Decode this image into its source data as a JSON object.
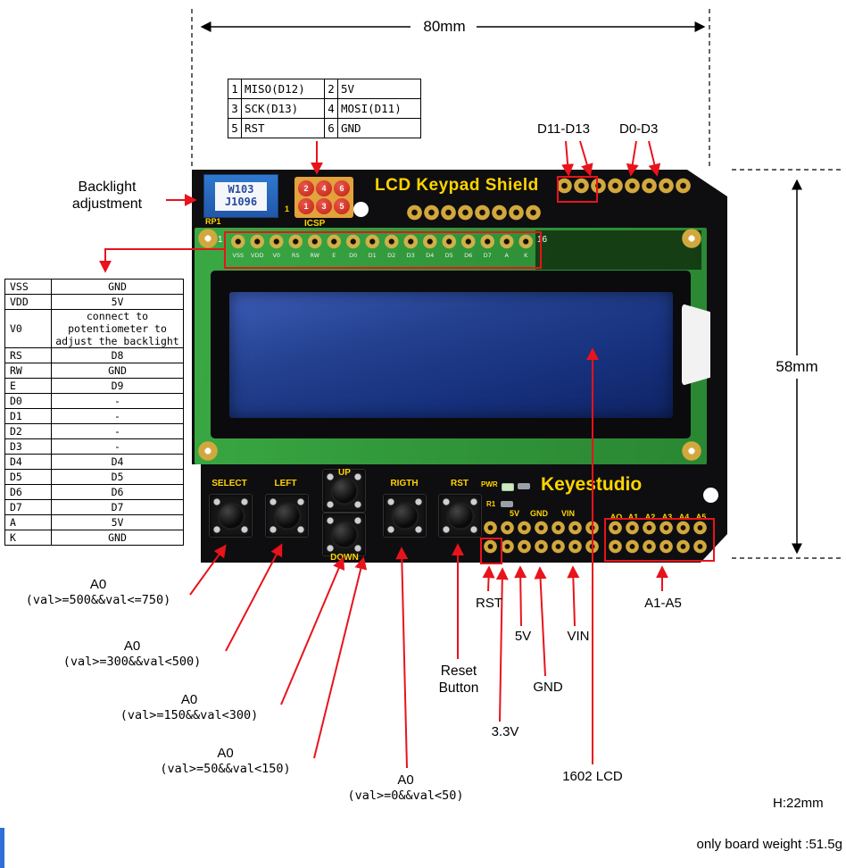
{
  "colors": {
    "annotation_red": "#e8131b",
    "silk_yellow": "#ffd400",
    "pcb_green": "#33a03a",
    "lcd_blue": "#1b3586",
    "pin_gold": "#d2a83e"
  },
  "dimensions": {
    "width": "80mm",
    "height": "58mm",
    "board_height": "H:22mm",
    "weight": "only board weight :51.5g"
  },
  "icsp_table": {
    "rows": [
      [
        "1",
        "MISO(D12)",
        "2",
        "5V"
      ],
      [
        "3",
        "SCK(D13)",
        "4",
        "MOSI(D11)"
      ],
      [
        "5",
        "RST",
        "6",
        "GND"
      ]
    ]
  },
  "pin_table": {
    "rows": [
      [
        "VSS",
        "GND"
      ],
      [
        "VDD",
        "5V"
      ],
      [
        "V0",
        "connect to potentiometer to adjust the backlight"
      ],
      [
        "RS",
        "D8"
      ],
      [
        "RW",
        "GND"
      ],
      [
        "E",
        "D9"
      ],
      [
        "D0",
        "-"
      ],
      [
        "D1",
        "-"
      ],
      [
        "D2",
        "-"
      ],
      [
        "D3",
        "-"
      ],
      [
        "D4",
        "D4"
      ],
      [
        "D5",
        "D5"
      ],
      [
        "D6",
        "D6"
      ],
      [
        "D7",
        "D7"
      ],
      [
        "A",
        "5V"
      ],
      [
        "K",
        "GND"
      ]
    ]
  },
  "board": {
    "title": "LCD Keypad Shield",
    "brand": "Keyestudio",
    "pot_line1": "W103",
    "pot_line2": "J1096",
    "pot_ref": "RP1",
    "icsp_label": "ICSP",
    "icsp_pin1_marker": "1",
    "icsp_pins": [
      "2",
      "4",
      "6",
      "1",
      "3",
      "5"
    ],
    "lcd_pin_first": "1",
    "lcd_pin_last": "16",
    "lcd_pins": [
      "VSS",
      "VDD",
      "V0",
      "RS",
      "RW",
      "E",
      "D0",
      "D1",
      "D2",
      "D3",
      "D4",
      "D5",
      "D6",
      "D7",
      "A",
      "K"
    ],
    "buttons": {
      "select": "SELECT",
      "left": "LEFT",
      "up": "UP",
      "down": "DOWN",
      "right": "RIGTH",
      "reset": "RST"
    },
    "pwr_label": "PWR",
    "r1_label": "R1",
    "silk_5v": "5V",
    "silk_gnd": "GND",
    "silk_vin": "VIN",
    "analog_labels": [
      "AO",
      "A1",
      "A2",
      "A3",
      "A4",
      "A5"
    ]
  },
  "callouts": {
    "backlight_line1": "Backlight",
    "backlight_line2": "adjustment",
    "d11_d13": "D11-D13",
    "d0_d3": "D0-D3",
    "a0": "A0",
    "a0_range_select": "(val>=500&&val<=750)",
    "a0_range_left": "(val>=300&&val<500)",
    "a0_range_down": "(val>=150&&val<300)",
    "a0_range_up": "(val>=50&&val<150)",
    "a0_range_right": "(val>=0&&val<50)",
    "rst": "RST",
    "v5": "5V",
    "vin": "VIN",
    "reset_line1": "Reset",
    "reset_line2": "Button",
    "gnd": "GND",
    "v33": "3.3V",
    "lcd_1602": "1602 LCD",
    "a1_a5": "A1-A5"
  }
}
